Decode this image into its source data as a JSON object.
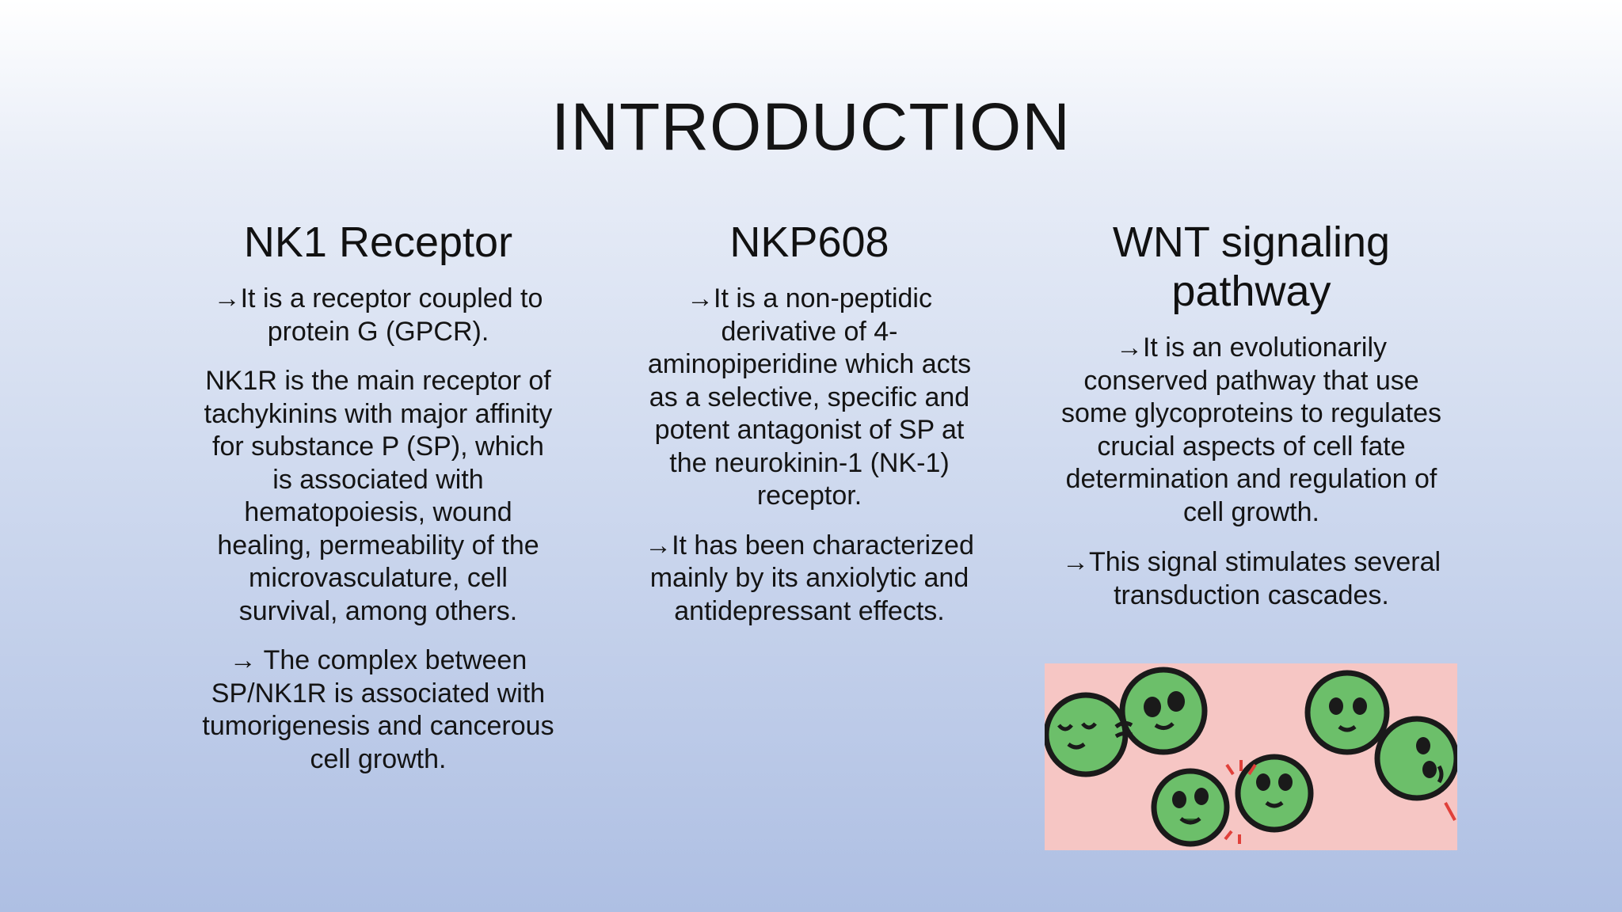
{
  "slide": {
    "title": "INTRODUCTION"
  },
  "columns": [
    {
      "heading": "NK1 Receptor",
      "paragraphs": [
        "→It is a receptor coupled to protein G (GPCR).",
        "NK1R is the main receptor of tachykinins with major affinity for substance P (SP), which is associated with hematopoiesis, wound healing, permeability of the microvasculature, cell survival, among others.",
        "→ The complex between SP/NK1R is associated with tumorigenesis and cancerous cell growth."
      ]
    },
    {
      "heading": "NKP608",
      "paragraphs": [
        "→It is a non-peptidic derivative of 4-aminopiperidine which acts as a selective, specific and potent antagonist of SP at the neurokinin-1 (NK-1) receptor.",
        "→It has been characterized mainly by its anxiolytic and antidepressant effects."
      ]
    },
    {
      "heading": "WNT signaling pathway",
      "paragraphs": [
        "→It is an evolutionarily conserved pathway that use some glycoproteins to regulates crucial aspects of cell fate determination and regulation of cell growth.",
        "→This signal stimulates several transduction cascades."
      ]
    }
  ],
  "illustration": {
    "background_color": "#f6c6c4",
    "cell_color": "#6cbf6a",
    "outline_color": "#1a1a1a",
    "signal_color": "#e0403a"
  }
}
